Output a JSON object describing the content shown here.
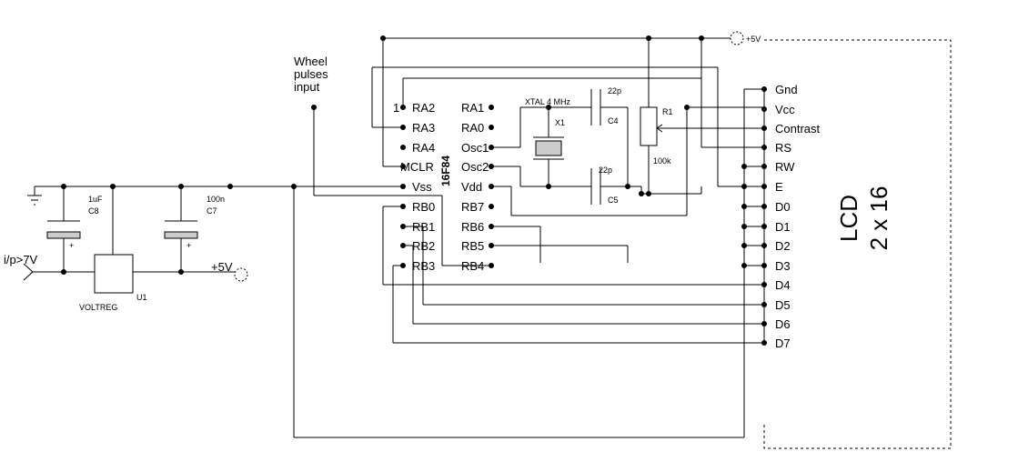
{
  "title": "",
  "input": {
    "label": "i/p>7V"
  },
  "wheel": {
    "line1": "Wheel",
    "line2": "pulses",
    "line3": "input"
  },
  "power": {
    "top_supply": "+5V",
    "reg_out": "+5V"
  },
  "regulator": {
    "ref": "U1",
    "name": "VOLTREG"
  },
  "capacitors": [
    {
      "ref": "C8",
      "value": "1uF"
    },
    {
      "ref": "C7",
      "value": "100n"
    },
    {
      "ref": "C4",
      "value": "22p"
    },
    {
      "ref": "C5",
      "value": "22p"
    }
  ],
  "crystal": {
    "ref": "X1",
    "value": "XTAL 4 MHz"
  },
  "pot": {
    "ref": "R1",
    "value": "100k"
  },
  "mcu": {
    "name": "16F84",
    "pin1_marker": "1",
    "left_pins": [
      "RA2",
      "RA3",
      "RA4",
      "MCLR",
      "Vss",
      "RB0",
      "RB1",
      "RB2",
      "RB3"
    ],
    "right_pins": [
      "RA1",
      "RA0",
      "Osc1",
      "Osc2",
      "Vdd",
      "RB7",
      "RB6",
      "RB5",
      "RB4"
    ]
  },
  "lcd": {
    "line1": "LCD",
    "line2": "2 x 16",
    "pins": [
      "Gnd",
      "Vcc",
      "Contrast",
      "RS",
      "RW",
      "E",
      "D0",
      "D1",
      "D2",
      "D3",
      "D4",
      "D5",
      "D6",
      "D7"
    ]
  }
}
